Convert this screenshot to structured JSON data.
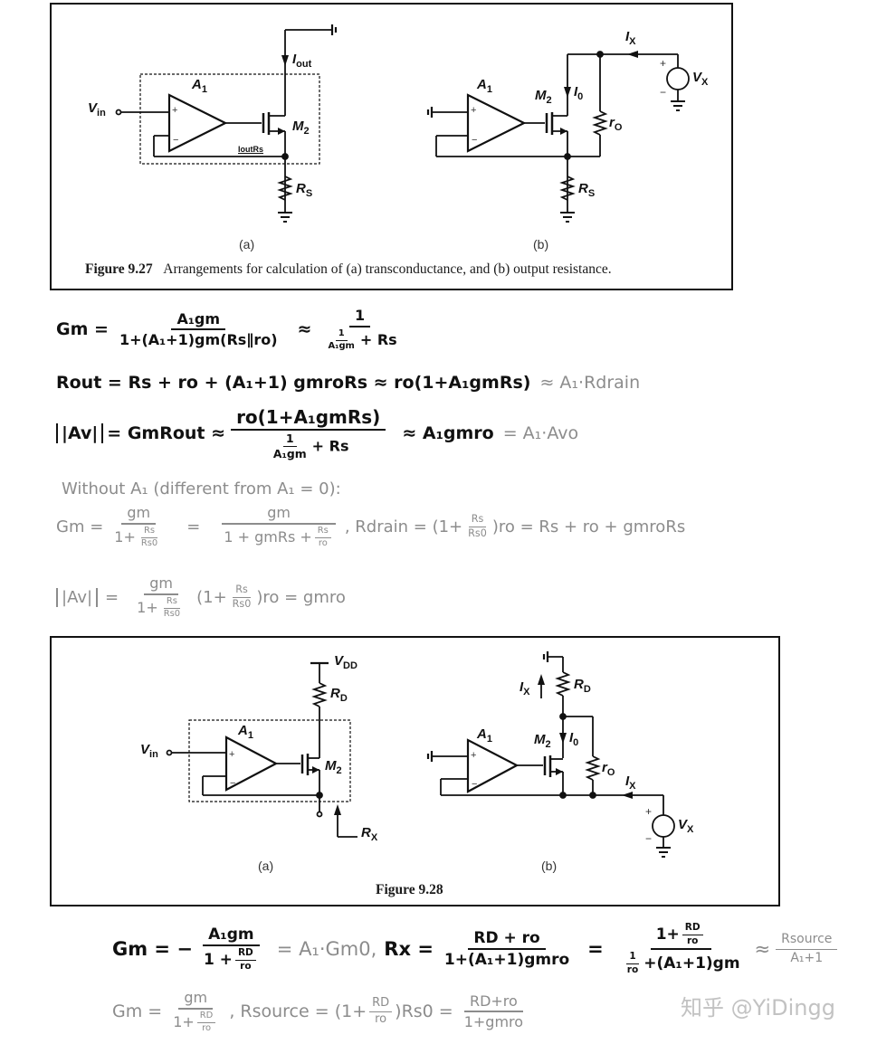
{
  "figure_927": {
    "caption_label": "Figure 9.27",
    "caption_text": "Arrangements for calculation of (a) transconductance, and (b) output resistance.",
    "sub_a": "(a)",
    "sub_b": "(b)",
    "labels_a": {
      "vin": "V",
      "vin_sub": "in",
      "a1": "A",
      "a1_sub": "1",
      "iout": "I",
      "iout_sub": "out",
      "m2": "M",
      "m2_sub": "2",
      "rs": "R",
      "rs_sub": "S",
      "annotation": "IoutRs"
    },
    "labels_b": {
      "a1": "A",
      "a1_sub": "1",
      "m2": "M",
      "m2_sub": "2",
      "i0": "I",
      "i0_sub": "0",
      "ix": "I",
      "ix_sub": "X",
      "vx": "V",
      "vx_sub": "X",
      "ro": "r",
      "ro_sub": "O",
      "rs": "R",
      "rs_sub": "S",
      "plus": "+",
      "minus": "−"
    }
  },
  "equations_927": {
    "gm_lhs": "Gm =",
    "gm_num": "A₁gm",
    "gm_den": "1+(A₁+1)gm(Rs∥ro)",
    "gm_approx": "≈",
    "gm_approx_num": "1",
    "gm_approx_den_frac_num": "1",
    "gm_approx_den_frac_den": "A₁gm",
    "gm_approx_den_tail": "+ Rs",
    "rout": "Rout = Rs + ro + (A₁+1) gmroRs  ≈ ro(1+A₁gmRs)",
    "rout_note": "≈ A₁·Rdrain",
    "av_lhs": "|Av|",
    "av_mid": "= GmRout ≈",
    "av_num": "ro(1+A₁gmRs)",
    "av_den_frac_num": "1",
    "av_den_frac_den": "A₁gm",
    "av_den_tail": "+ Rs",
    "av_approx": "≈ A₁gmro",
    "av_note": "= A₁·Avo"
  },
  "notes_without_a1": {
    "heading": "Without A₁ (different from A₁ = 0):",
    "gm_lhs": "Gm =",
    "gm_num": "gm",
    "gm_den_head": "1+",
    "gm_den_frac_num": "Rs",
    "gm_den_frac_den": "Rs0",
    "eq": "=",
    "gm2_num": "gm",
    "gm2_den_head": "1 + gmRs +",
    "gm2_den_frac_num": "Rs",
    "gm2_den_frac_den": "ro",
    "rdrain_lhs": ", Rdrain = (1+",
    "rdrain_frac_num": "Rs",
    "rdrain_frac_den": "Rs0",
    "rdrain_tail": ")ro = Rs + ro + gmroRs",
    "av_lhs": "|Av|",
    "av_eq": "=",
    "av_num": "gm",
    "av_den_head": "1+",
    "av_den_frac_num": "Rs",
    "av_den_frac_den": "Rs0",
    "av_mid": "(1+",
    "av_mid_frac_num": "Rs",
    "av_mid_frac_den": "Rs0",
    "av_tail": ")ro = gmro"
  },
  "figure_928": {
    "caption_label": "Figure 9.28",
    "sub_a": "(a)",
    "sub_b": "(b)",
    "labels_a": {
      "vdd": "V",
      "vdd_sub": "DD",
      "rd": "R",
      "rd_sub": "D",
      "vin": "V",
      "vin_sub": "in",
      "a1": "A",
      "a1_sub": "1",
      "m2": "M",
      "m2_sub": "2",
      "rx": "R",
      "rx_sub": "X"
    },
    "labels_b": {
      "rd": "R",
      "rd_sub": "D",
      "ix_up": "I",
      "ix_up_sub": "X",
      "a1": "A",
      "a1_sub": "1",
      "m2": "M",
      "m2_sub": "2",
      "i0": "I",
      "i0_sub": "0",
      "ro": "r",
      "ro_sub": "O",
      "ix": "I",
      "ix_sub": "X",
      "vx": "V",
      "vx_sub": "X",
      "plus": "+",
      "minus": "−"
    }
  },
  "equations_928": {
    "gm_lhs": "Gm = −",
    "gm_num": "A₁gm",
    "gm_den_head": "1 +",
    "gm_den_frac_num": "RD",
    "gm_den_frac_den": "ro",
    "gm_note": "= A₁·Gm0,",
    "rx_lhs": "Rx =",
    "rx_num": "RD + ro",
    "rx_den": "1+(A₁+1)gmro",
    "rx_eq": "=",
    "rx2_num_head": "1+",
    "rx2_num_frac_num": "RD",
    "rx2_num_frac_den": "ro",
    "rx2_den_frac_num": "1",
    "rx2_den_frac_den": "ro",
    "rx2_den_tail": "+(A₁+1)gm",
    "rx_approx": "≈",
    "rx_approx_num": "Rsource",
    "rx_approx_den": "A₁+1",
    "gm0_lhs": "Gm =",
    "gm0_num": "gm",
    "gm0_den_head": "1+",
    "gm0_den_frac_num": "RD",
    "gm0_den_frac_den": "ro",
    "rsource_lhs": ",  Rsource = (1+",
    "rsource_frac_num": "RD",
    "rsource_frac_den": "ro",
    "rsource_mid": ")Rs0 =",
    "rsource_num": "RD+ro",
    "rsource_den": "1+gmro"
  },
  "watermark": "知乎 @YiDingg",
  "colors": {
    "ink": "#111111",
    "pencil_gray": "#8c8c8c",
    "watermark": "#c2c2c2"
  }
}
